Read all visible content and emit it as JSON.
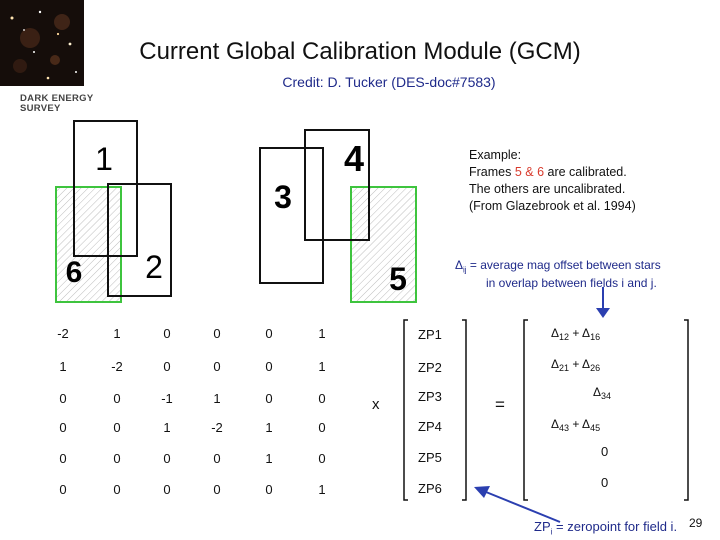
{
  "title": "Current Global Calibration Module (GCM)",
  "credit": "Credit:  D. Tucker (DES-doc#7583)",
  "logo": {
    "line1": "DARK ENERGY",
    "line2": "SURVEY"
  },
  "frames": [
    {
      "id": "1",
      "label": "1",
      "calibrated": false
    },
    {
      "id": "2",
      "label": "2",
      "calibrated": false
    },
    {
      "id": "3",
      "label": "3",
      "calibrated": false
    },
    {
      "id": "4",
      "label": "4",
      "calibrated": false
    },
    {
      "id": "5",
      "label": "5",
      "calibrated": true
    },
    {
      "id": "6",
      "label": "6",
      "calibrated": true
    }
  ],
  "example": {
    "line1": "Example:",
    "line2_pre": "Frames ",
    "line2_a": "5",
    "line2_amp": " & ",
    "line2_b": "6",
    "line2_post": " are calibrated.",
    "line3": "The others are uncalibrated.",
    "line4": "(From Glazebrook et al. 1994)"
  },
  "delta_def": {
    "symbol": "Δ",
    "sub": "ij",
    "text1": " = average mag offset between stars",
    "text2": "in overlap between fields i and j."
  },
  "matrix": [
    [
      "-2",
      "1",
      "0",
      "0",
      "0",
      "1"
    ],
    [
      "1",
      "-2",
      "0",
      "0",
      "0",
      "1"
    ],
    [
      "0",
      "0",
      "-1",
      "1",
      "0",
      "0"
    ],
    [
      "0",
      "0",
      "1",
      "-2",
      "1",
      "0"
    ],
    [
      "0",
      "0",
      "0",
      "0",
      "1",
      "0"
    ],
    [
      "0",
      "0",
      "0",
      "0",
      "0",
      "1"
    ]
  ],
  "times": "x",
  "zp": [
    "ZP1",
    "ZP2",
    "ZP3",
    "ZP4",
    "ZP5",
    "ZP6"
  ],
  "equals": "=",
  "rhs": [
    {
      "a": "12",
      "b": "16",
      "plus": " + "
    },
    {
      "a": "21",
      "b": "26",
      "plus": " + "
    },
    {
      "a": "34",
      "b": "",
      "plus": ""
    },
    {
      "a": "43",
      "b": "45",
      "plus": " + "
    },
    {
      "zero": "0"
    },
    {
      "zero": "0"
    }
  ],
  "zp_def": {
    "pre": "ZP",
    "sub": "i",
    "text": " = zeropoint for field i."
  },
  "page_number": "29",
  "colors": {
    "accent": "#1f2a8a",
    "calibrated": "#3ec43e",
    "highlight": "#d83a2c",
    "arrow": "#2b3fb0"
  }
}
